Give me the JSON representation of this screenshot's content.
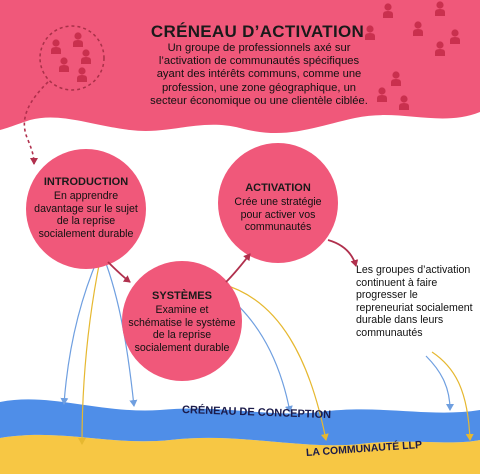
{
  "header": {
    "title": "CRÉNEAU D’ACTIVATION",
    "description": "Un groupe de professionnels axé sur l’activation de communautés spécifiques ayant des intérêts communs, comme une profession, une zone géographique, un secteur économique ou une clientèle ciblée."
  },
  "circles": {
    "introduction": {
      "title": "INTRODUCTION",
      "text": "En apprendre davantage sur le sujet de la reprise socialement durable"
    },
    "systemes": {
      "title": "SYSTÈMES",
      "text": "Examine et schématise le système de la reprise socialement durable"
    },
    "activation": {
      "title": "ACTIVATION",
      "text": "Crée une stratégie pour activer vos communautés"
    }
  },
  "note": {
    "text": "Les groupes d’activation continuent à faire progresser le repreneuriat socialement durable dans leurs communautés"
  },
  "bands": {
    "conception": "CRÉNEAU DE CONCEPTION",
    "communaute": "LA COMMUNAUTÉ LLP"
  },
  "colors": {
    "pink": "#f0587a",
    "dark_red": "#b0304d",
    "blue_band": "#4f8ee8",
    "yellow_band": "#f7c744",
    "people": "#c9304e"
  },
  "icons": [
    "person-icon",
    "arrow-icon"
  ]
}
